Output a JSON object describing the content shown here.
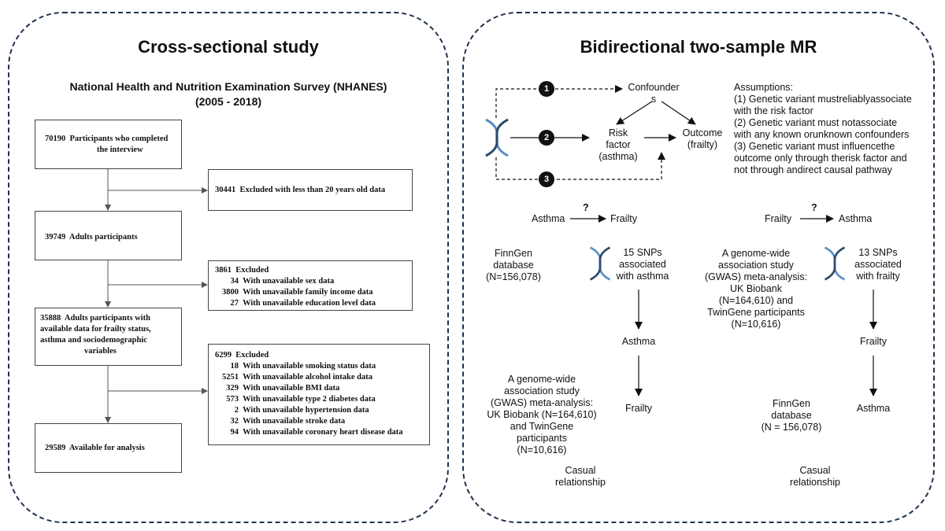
{
  "left": {
    "title": "Cross-sectional study",
    "subtitle_line1": "National Health and Nutrition Examination Survey (NHANES)",
    "subtitle_line2": "(2005 - 2018)",
    "box1_num": "70190",
    "box1_text1": "Participants who completed",
    "box1_text2": "the interview",
    "excl1_num": "30441",
    "excl1_text": "Excluded with less than 20 years old data",
    "box2_num": "39749",
    "box2_text": "Adults participants",
    "excl2": {
      "head_num": "3861",
      "head_text": "Excluded",
      "rows": [
        {
          "num": "34",
          "text": "With unavailable sex data"
        },
        {
          "num": "3800",
          "text": "With unavailable family income data"
        },
        {
          "num": "27",
          "text": "With unavailable education level data"
        }
      ]
    },
    "box3_num": "35888",
    "box3_text1": "Adults participants with",
    "box3_text2": "available data for frailty status,",
    "box3_text3": "asthma and sociodemographic",
    "box3_text4": "variables",
    "excl3": {
      "head_num": "6299",
      "head_text": "Excluded",
      "rows": [
        {
          "num": "18",
          "text": "With unavailable smoking status data"
        },
        {
          "num": "5251",
          "text": "With unavailable alcohol intake data"
        },
        {
          "num": "329",
          "text": "With unavailable BMI data"
        },
        {
          "num": "573",
          "text": "With unavailable type 2 diabetes data"
        },
        {
          "num": "2",
          "text": "With unavailable hypertension data"
        },
        {
          "num": "32",
          "text": "With unavailable stroke data"
        },
        {
          "num": "94",
          "text": "With unavailable coronary heart disease data"
        }
      ]
    },
    "box4_num": "29589",
    "box4_text": "Available for analysis"
  },
  "right": {
    "title": "Bidirectional two-sample MR",
    "confounders1": "Confounder",
    "confounders2": "s",
    "risk1": "Risk",
    "risk2": "factor",
    "risk3": "(asthma)",
    "outcome1": "Outcome",
    "outcome2": "(frailty)",
    "n1": "1",
    "n2": "2",
    "n3": "3",
    "assumptions": [
      "Assumptions:",
      "(1) Genetic variant mustreliablyassociate",
      "with the risk factor",
      "(2) Genetic variant must notassociate",
      "with any known orunknown confounders",
      "(3) Genetic variant must influencethe",
      "outcome only through therisk factor and",
      "not through andirect causal pathway"
    ],
    "a": {
      "from": "Asthma",
      "q": "?",
      "to": "Frailty",
      "db1": "FinnGen",
      "db2": "database",
      "db3": "(N=156,078)",
      "snp1": "15 SNPs",
      "snp2": "associated",
      "snp3": "with asthma",
      "mid": "Asthma",
      "end": "Frailty",
      "gwas": [
        "A genome-wide",
        "association study",
        "(GWAS) meta-analysis:",
        "UK Biobank (N=164,610)",
        "and TwinGene",
        "participants",
        "(N=10,616)"
      ],
      "causal1": "Casual",
      "causal2": "relationship"
    },
    "b": {
      "from": "Frailty",
      "q": "?",
      "to": "Asthma",
      "gwas": [
        "A genome-wide",
        "association study",
        "(GWAS) meta-analysis:",
        "UK Biobank",
        "(N=164,610) and",
        "TwinGene participants",
        "(N=10,616)"
      ],
      "snp1": "13 SNPs",
      "snp2": "associated",
      "snp3": "with frailty",
      "mid": "Frailty",
      "end": "Asthma",
      "db1": "FinnGen",
      "db2": "database",
      "db3": "(N = 156,078)",
      "causal1": "Casual",
      "causal2": "relationship"
    }
  }
}
